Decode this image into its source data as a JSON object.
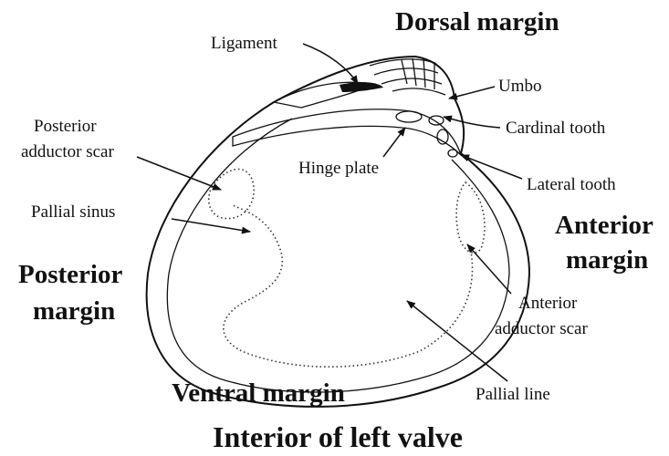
{
  "labels": {
    "dorsal_margin": "Dorsal margin",
    "ligament": "Ligament",
    "umbo": "Umbo",
    "cardinal_tooth": "Cardinal tooth",
    "posterior_adductor_scar_1": "Posterior",
    "posterior_adductor_scar_2": "adductor scar",
    "hinge_plate": "Hinge plate",
    "lateral_tooth": "Lateral tooth",
    "pallial_sinus": "Pallial sinus",
    "anterior_margin_1": "Anterior",
    "anterior_margin_2": "margin",
    "posterior_margin_1": "Posterior",
    "posterior_margin_2": "margin",
    "anterior_adductor_scar_1": "Anterior",
    "anterior_adductor_scar_2": "adductor scar",
    "ventral_margin": "Ventral margin",
    "pallial_line": "Pallial line"
  },
  "title": "Interior of left valve"
}
